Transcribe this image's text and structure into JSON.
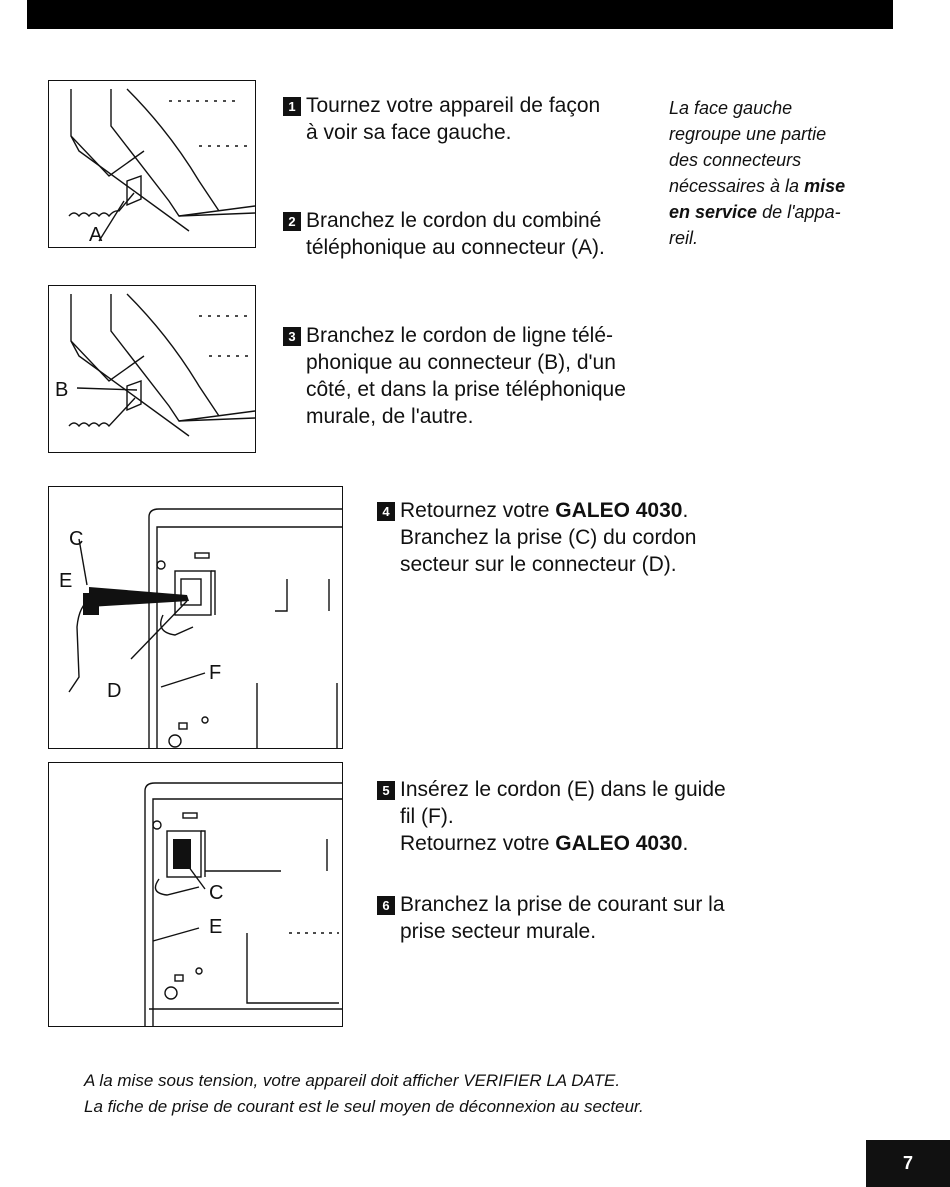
{
  "page": {
    "number": "7"
  },
  "figures": [
    {
      "label": "A"
    },
    {
      "label": "B"
    },
    {
      "labels": [
        "C",
        "E",
        "D",
        "F"
      ]
    },
    {
      "labels": [
        "C",
        "E"
      ]
    }
  ],
  "steps": [
    {
      "num": "1",
      "lines": [
        "Tournez votre appareil de façon",
        "à voir sa face gauche."
      ]
    },
    {
      "num": "2",
      "lines": [
        "Branchez le cordon du combiné",
        "téléphonique au connecteur (A)."
      ]
    },
    {
      "num": "3",
      "lines": [
        "Branchez le cordon de ligne télé-",
        "phonique au connecteur (B), d'un",
        "côté, et dans la prise téléphonique",
        "murale, de l'autre."
      ]
    },
    {
      "num": "4",
      "l1_pre": "Retournez votre ",
      "l1_bold": "GALEO 4030",
      "l1_post": ".",
      "lines": [
        "Branchez la prise (C) du cordon",
        "secteur sur le connecteur (D)."
      ]
    },
    {
      "num": "5",
      "lines": [
        "Insérez le cordon (E) dans le guide",
        "fil (F)."
      ],
      "l3_pre": "Retournez votre ",
      "l3_bold": "GALEO 4030",
      "l3_post": "."
    },
    {
      "num": "6",
      "lines": [
        "Branchez la prise de courant sur la",
        "prise secteur murale."
      ]
    }
  ],
  "sidenote": {
    "t1": "La face gauche",
    "t2": "regroupe une partie",
    "t3": "des connecteurs",
    "t4_pre": "nécessaires à la ",
    "t4_bold": "mise",
    "t5_bold": "en service",
    "t5_post": " de l'appa-",
    "t6": "reil."
  },
  "footer": {
    "line1": "A la mise sous tension, votre appareil doit afficher VERIFIER LA DATE.",
    "line2": "La fiche de prise de courant est le seul moyen de déconnexion au secteur."
  }
}
